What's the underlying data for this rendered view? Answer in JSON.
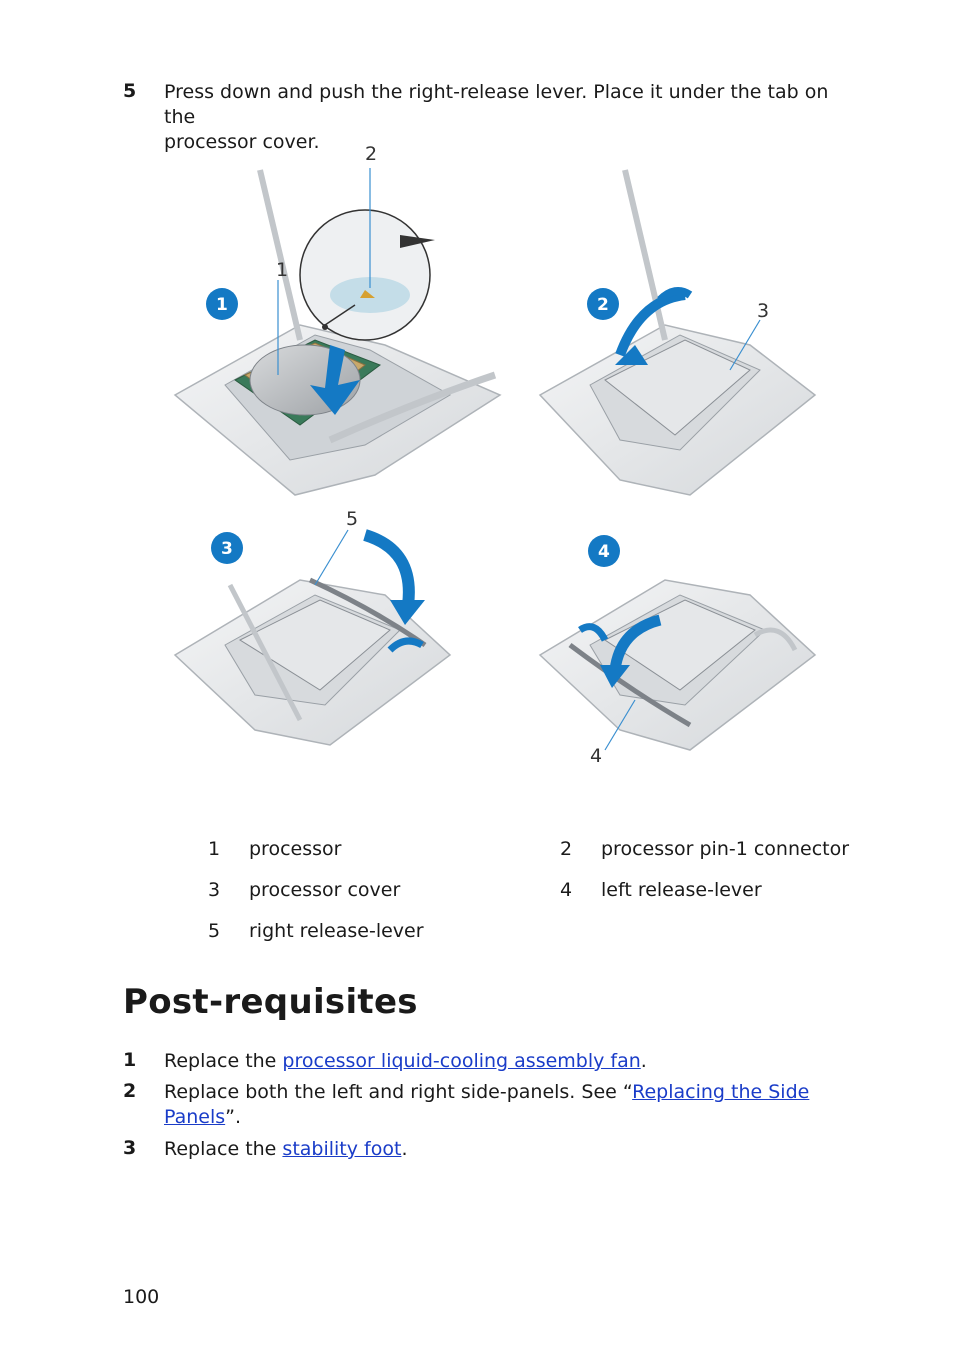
{
  "step5": {
    "number": "5",
    "text_line1": "Press down and push the right-release lever. Place it under the tab on the",
    "text_line2": "processor cover."
  },
  "figure": {
    "callouts": [
      "1",
      "2",
      "3",
      "4",
      "5"
    ],
    "badges": [
      "1",
      "2",
      "3",
      "4"
    ],
    "colors": {
      "accent_blue": "#1479c4",
      "callout_line": "#3a8fd0",
      "metal": "#e6e8ea"
    }
  },
  "legend": [
    {
      "num": "1",
      "label": "processor"
    },
    {
      "num": "2",
      "label": "processor pin-1 connector"
    },
    {
      "num": "3",
      "label": "processor cover"
    },
    {
      "num": "4",
      "label": "left release-lever"
    },
    {
      "num": "5",
      "label": "right release-lever"
    }
  ],
  "heading": "Post-requisites",
  "post": {
    "s1": {
      "num": "1",
      "pre": "Replace the ",
      "link": "processor liquid-cooling assembly fan",
      "post": "."
    },
    "s2": {
      "num": "2",
      "pre": "Replace both the left and right side-panels. See “",
      "link1": "Replacing the Side",
      "link2": "Panels",
      "post": "”."
    },
    "s3": {
      "num": "3",
      "pre": "Replace the ",
      "link": "stability foot",
      "post": "."
    }
  },
  "page_number": "100"
}
